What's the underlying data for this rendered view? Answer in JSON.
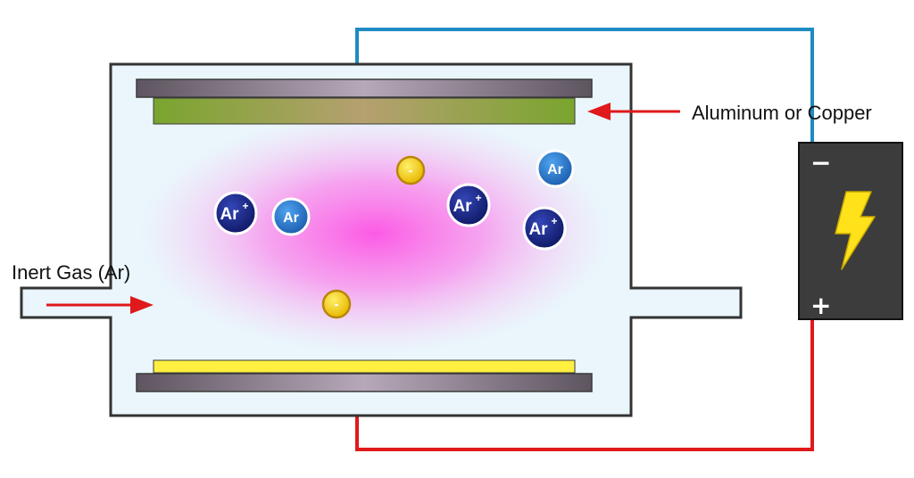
{
  "labels": {
    "target": "Aluminum or Copper",
    "gas_inlet": "Inert Gas (Ar)"
  },
  "battery": {
    "negative": "−",
    "positive": "+",
    "icon": "lightning-bolt-icon"
  },
  "particles": {
    "ion": {
      "symbol": "Ar",
      "charge": "+"
    },
    "atom": {
      "symbol": "Ar"
    },
    "electron": {
      "symbol": "-"
    }
  },
  "colors": {
    "wire_negative": "#1e8bc3",
    "wire_positive": "#e0191b",
    "arrow": "#e0191b",
    "chamber_fill": "#eaf6fb",
    "plasma": "#ff3fe0",
    "target_fill": "#8bb33a",
    "substrate_fill": "#ffef40",
    "electrode_fill": "#7a6a7e",
    "battery_fill": "#3c3c3c",
    "bolt": "#ffe21a",
    "ion_fill": "#1b2a86",
    "atom_fill": "#2c7bd0",
    "electron_fill": "#f4d300"
  }
}
